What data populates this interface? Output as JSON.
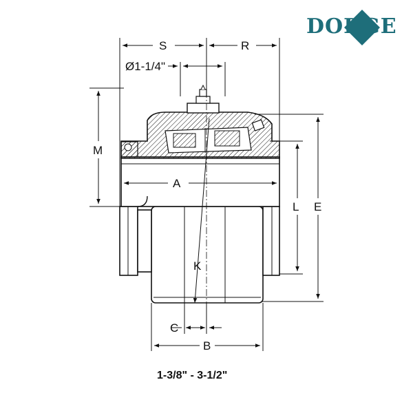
{
  "brand": {
    "name": "DODGE",
    "color": "#1e6e7a",
    "diamond_color": "#1e6e7a"
  },
  "dimensions": {
    "S": "S",
    "R": "R",
    "bore": "Ø1-1/4\"",
    "M": "M",
    "A": "A",
    "L": "L",
    "E": "E",
    "K": "K",
    "C": "C",
    "B": "B"
  },
  "size_range": "1-3/8\" - 3-1/2\"",
  "colors": {
    "line": "#111111",
    "hatch": "#111111",
    "background": "#ffffff"
  }
}
